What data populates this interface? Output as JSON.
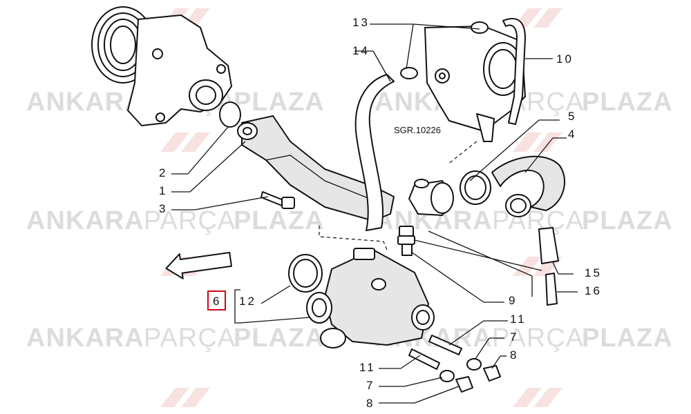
{
  "watermark": {
    "word1": "ANKARA",
    "word2": "PARÇA",
    "word3": "PLAZA",
    "color": "#dcdcdc",
    "logo_accent": "#f2c9c9"
  },
  "reference_code": "SGR.10226",
  "highlight_color": "#d0021b",
  "callouts": {
    "c13": "13",
    "c14": "14",
    "c10": "10",
    "c5": "5",
    "c4": "4",
    "c2": "2",
    "c1": "1",
    "c3": "3",
    "c6": "6",
    "c12": "12",
    "c15": "15",
    "c16": "16",
    "c9": "9",
    "c11a": "11",
    "c7a": "7",
    "c8a": "8",
    "c11b": "11",
    "c7b": "7",
    "c8b": "8"
  }
}
